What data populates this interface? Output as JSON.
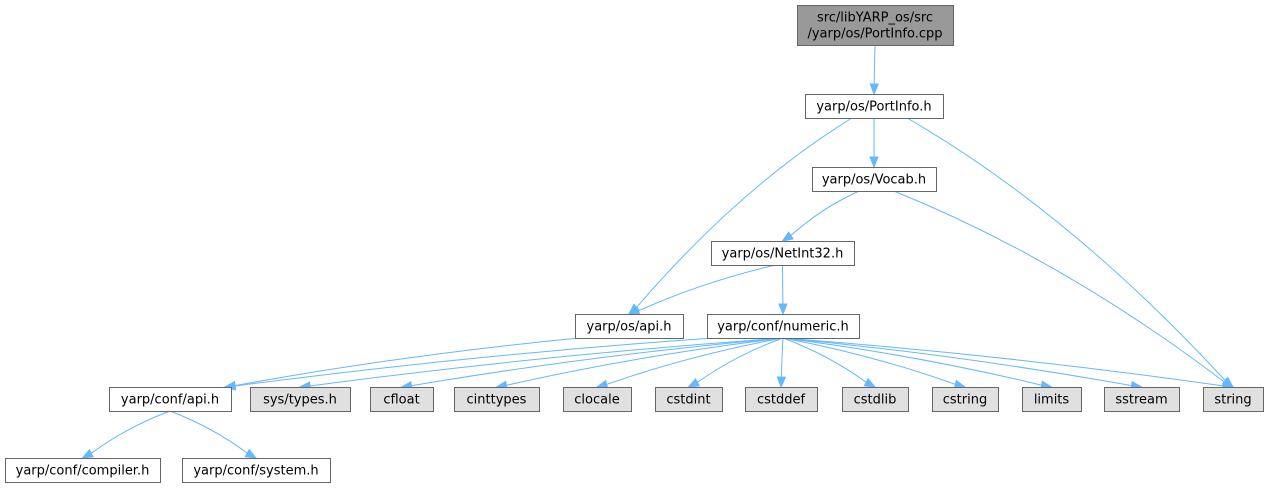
{
  "colors": {
    "root_fill": "#999999",
    "documented_fill": "#ffffff",
    "system_fill": "#e0e0e0",
    "border": "#666666",
    "edge": "#63b8ff",
    "text": "#000000"
  },
  "nodes": [
    {
      "id": "root",
      "lines": [
        "src/libYARP_os/src",
        "/yarp/os/PortInfo.cpp"
      ],
      "kind": "root"
    },
    {
      "id": "portinfo_h",
      "lines": [
        "yarp/os/PortInfo.h"
      ],
      "kind": "documented"
    },
    {
      "id": "vocab_h",
      "lines": [
        "yarp/os/Vocab.h"
      ],
      "kind": "documented"
    },
    {
      "id": "netint32_h",
      "lines": [
        "yarp/os/NetInt32.h"
      ],
      "kind": "documented"
    },
    {
      "id": "os_api_h",
      "lines": [
        "yarp/os/api.h"
      ],
      "kind": "documented"
    },
    {
      "id": "numeric_h",
      "lines": [
        "yarp/conf/numeric.h"
      ],
      "kind": "documented"
    },
    {
      "id": "conf_api_h",
      "lines": [
        "yarp/conf/api.h"
      ],
      "kind": "documented"
    },
    {
      "id": "sys_types_h",
      "lines": [
        "sys/types.h"
      ],
      "kind": "system"
    },
    {
      "id": "cfloat",
      "lines": [
        "cfloat"
      ],
      "kind": "system"
    },
    {
      "id": "cinttypes",
      "lines": [
        "cinttypes"
      ],
      "kind": "system"
    },
    {
      "id": "clocale",
      "lines": [
        "clocale"
      ],
      "kind": "system"
    },
    {
      "id": "cstdint",
      "lines": [
        "cstdint"
      ],
      "kind": "system"
    },
    {
      "id": "cstddef",
      "lines": [
        "cstddef"
      ],
      "kind": "system"
    },
    {
      "id": "cstdlib",
      "lines": [
        "cstdlib"
      ],
      "kind": "system"
    },
    {
      "id": "cstring",
      "lines": [
        "cstring"
      ],
      "kind": "system"
    },
    {
      "id": "limits",
      "lines": [
        "limits"
      ],
      "kind": "system"
    },
    {
      "id": "sstream",
      "lines": [
        "sstream"
      ],
      "kind": "system"
    },
    {
      "id": "string",
      "lines": [
        "string"
      ],
      "kind": "system"
    },
    {
      "id": "compiler_h",
      "lines": [
        "yarp/conf/compiler.h"
      ],
      "kind": "documented"
    },
    {
      "id": "system_h",
      "lines": [
        "yarp/conf/system.h"
      ],
      "kind": "documented"
    }
  ],
  "edges": [
    {
      "from": "root",
      "to": "portinfo_h"
    },
    {
      "from": "portinfo_h",
      "to": "vocab_h"
    },
    {
      "from": "portinfo_h",
      "to": "os_api_h"
    },
    {
      "from": "portinfo_h",
      "to": "string"
    },
    {
      "from": "vocab_h",
      "to": "netint32_h"
    },
    {
      "from": "vocab_h",
      "to": "string"
    },
    {
      "from": "netint32_h",
      "to": "os_api_h"
    },
    {
      "from": "netint32_h",
      "to": "numeric_h"
    },
    {
      "from": "os_api_h",
      "to": "conf_api_h"
    },
    {
      "from": "numeric_h",
      "to": "conf_api_h"
    },
    {
      "from": "numeric_h",
      "to": "sys_types_h"
    },
    {
      "from": "numeric_h",
      "to": "cfloat"
    },
    {
      "from": "numeric_h",
      "to": "cinttypes"
    },
    {
      "from": "numeric_h",
      "to": "clocale"
    },
    {
      "from": "numeric_h",
      "to": "cstdint"
    },
    {
      "from": "numeric_h",
      "to": "cstddef"
    },
    {
      "from": "numeric_h",
      "to": "cstdlib"
    },
    {
      "from": "numeric_h",
      "to": "cstring"
    },
    {
      "from": "numeric_h",
      "to": "limits"
    },
    {
      "from": "numeric_h",
      "to": "sstream"
    },
    {
      "from": "numeric_h",
      "to": "string"
    },
    {
      "from": "conf_api_h",
      "to": "compiler_h"
    },
    {
      "from": "conf_api_h",
      "to": "system_h"
    }
  ]
}
